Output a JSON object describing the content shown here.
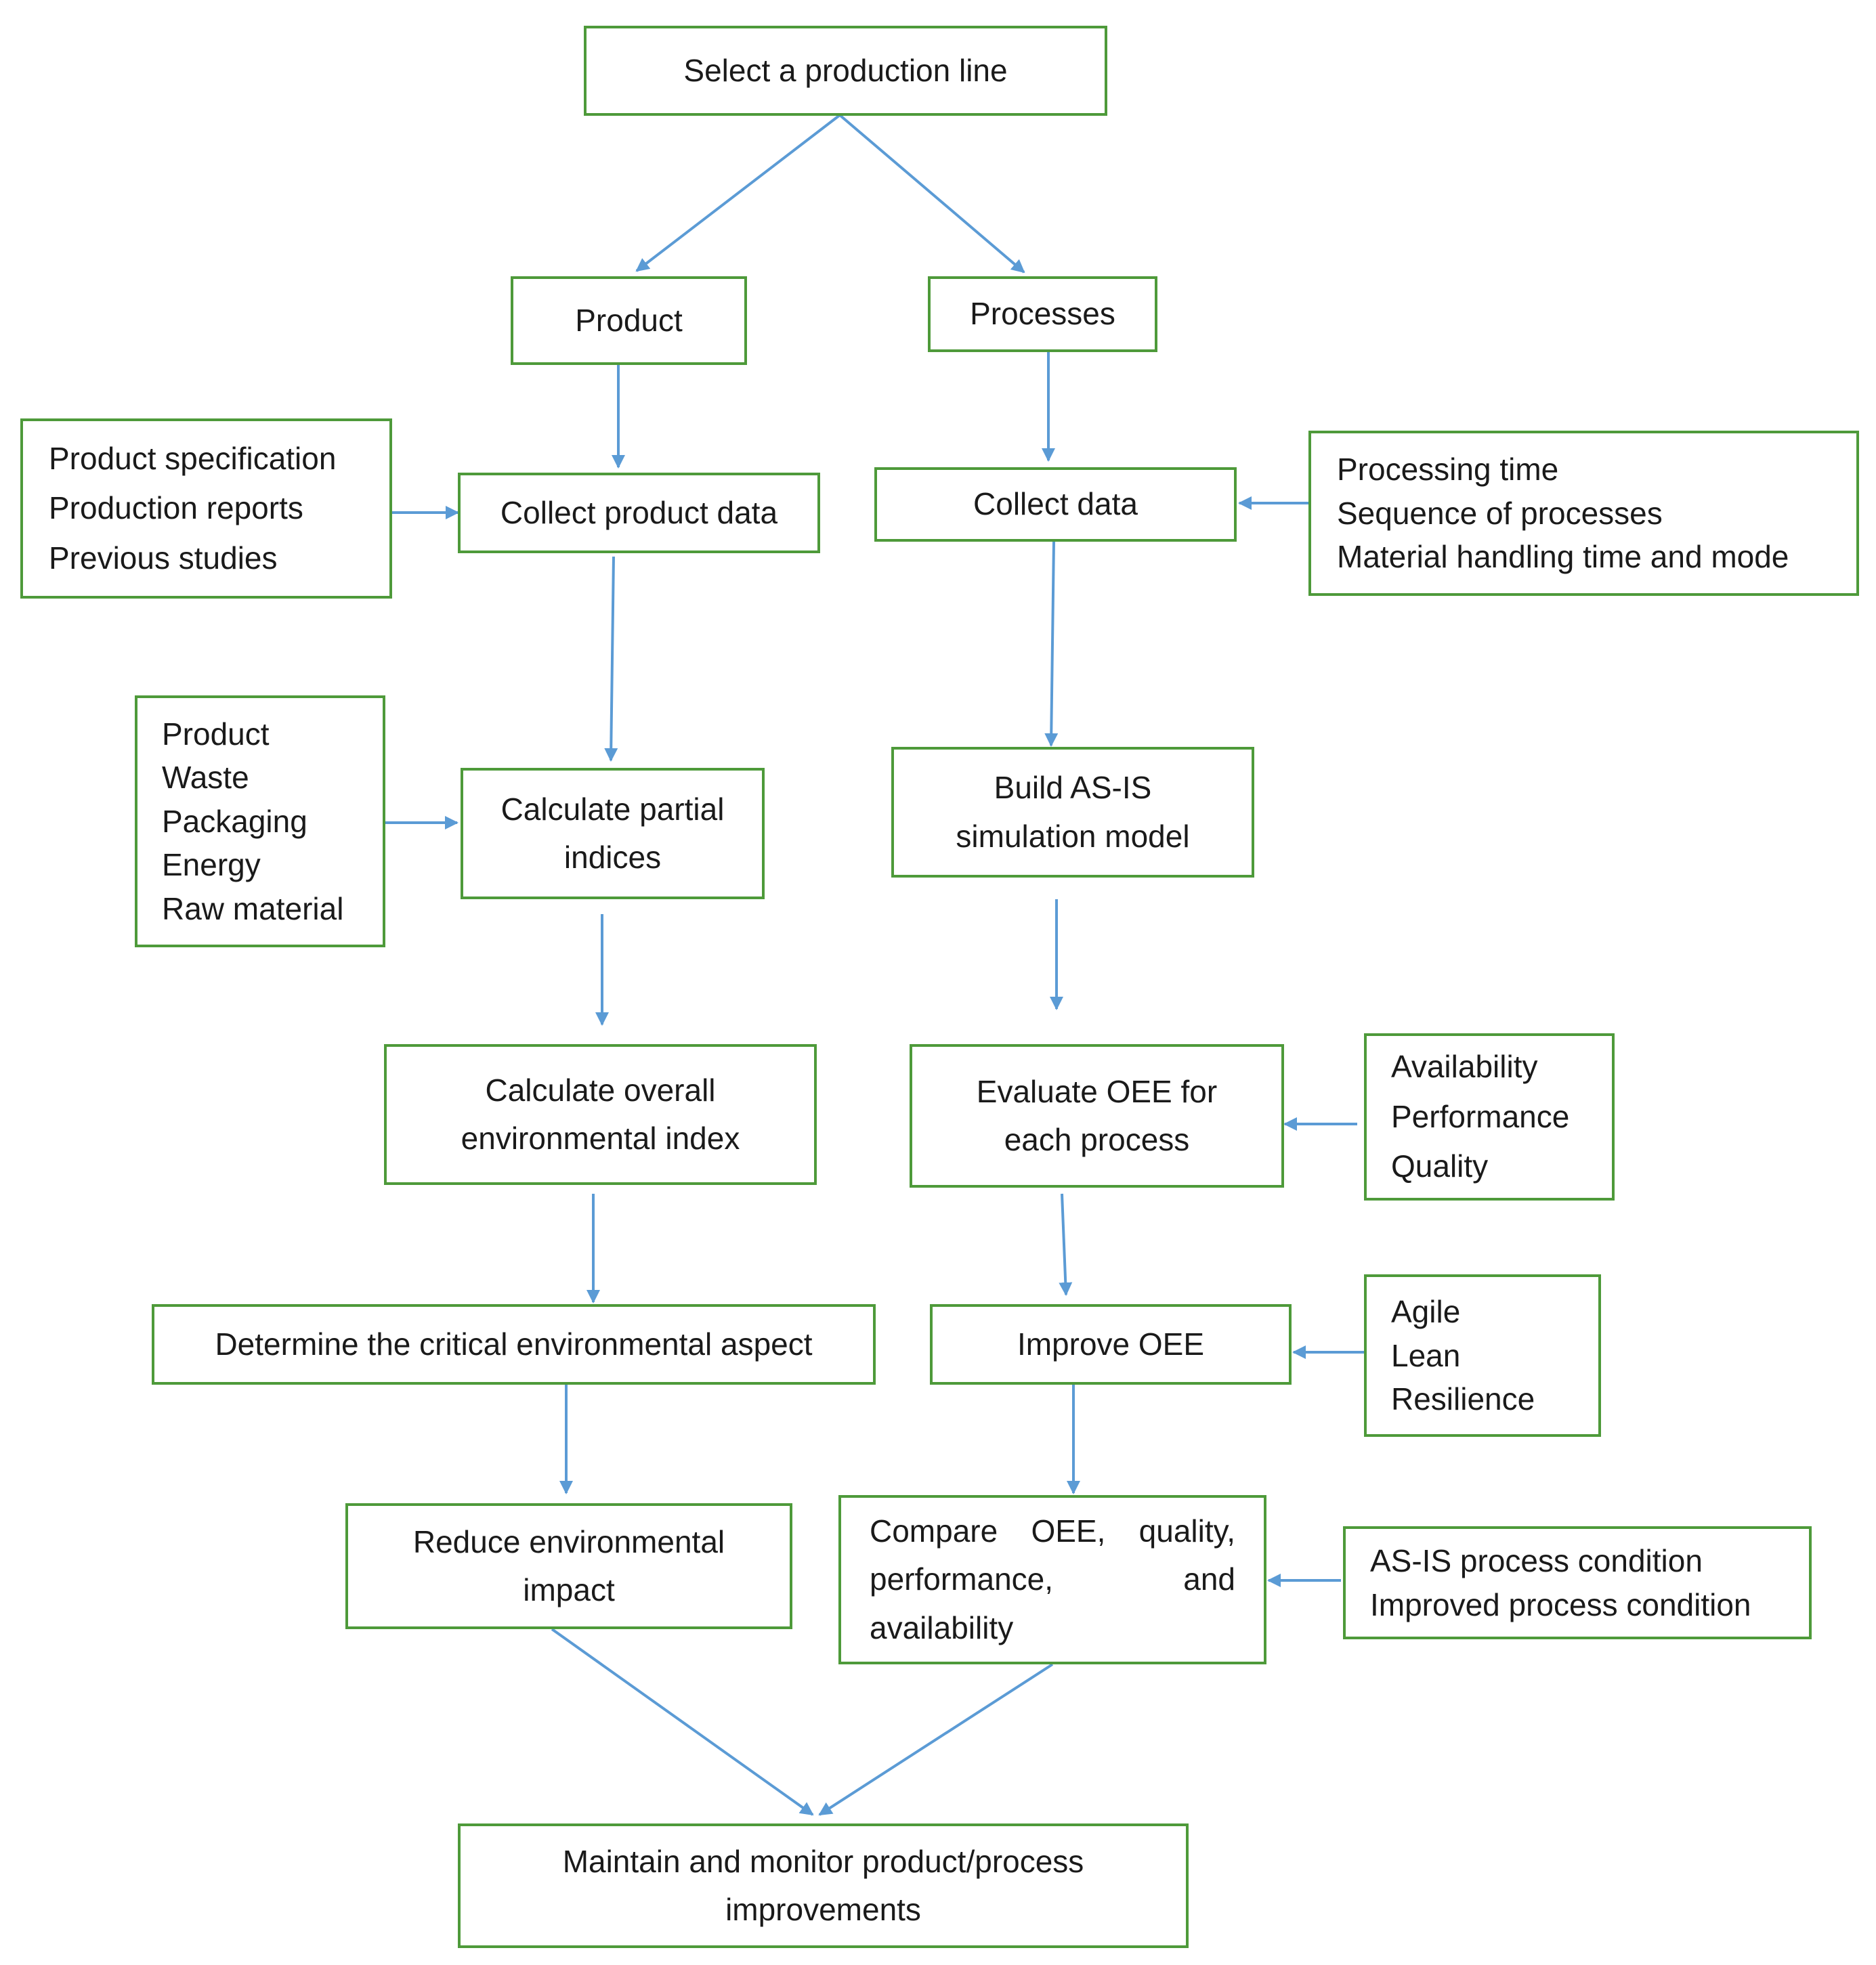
{
  "colors": {
    "box_border": "#4e9a3a",
    "arrow": "#5b9bd5"
  },
  "nodes": {
    "select_line": "Select a production line",
    "product": "Product",
    "processes": "Processes",
    "collect_product_data": "Collect product data",
    "collect_data": "Collect data",
    "calc_partial": "Calculate partial indices",
    "build_asis": "Build AS-IS simulation model",
    "calc_overall": "Calculate overall environmental index",
    "evaluate_oee": "Evaluate OEE for each process",
    "critical_aspect": "Determine the critical environmental aspect",
    "improve_oee": "Improve OEE",
    "reduce_impact": "Reduce environmental impact",
    "compare": "Compare OEE, quality, performance, and availability",
    "maintain": "Maintain and monitor product/process improvements"
  },
  "inputs": {
    "product_sources": [
      "Product specification",
      "Production reports",
      "Previous studies"
    ],
    "process_data": [
      "Processing time",
      "Sequence of processes",
      "Material handling time and mode"
    ],
    "partial_indices": [
      "Product",
      "Waste",
      "Packaging",
      "Energy",
      "Raw material"
    ],
    "oee_factors": [
      "Availability",
      "Performance",
      "Quality"
    ],
    "improvement_approaches": [
      "Agile",
      "Lean",
      "Resilience"
    ],
    "conditions": [
      "AS-IS process condition",
      "Improved process condition"
    ]
  }
}
